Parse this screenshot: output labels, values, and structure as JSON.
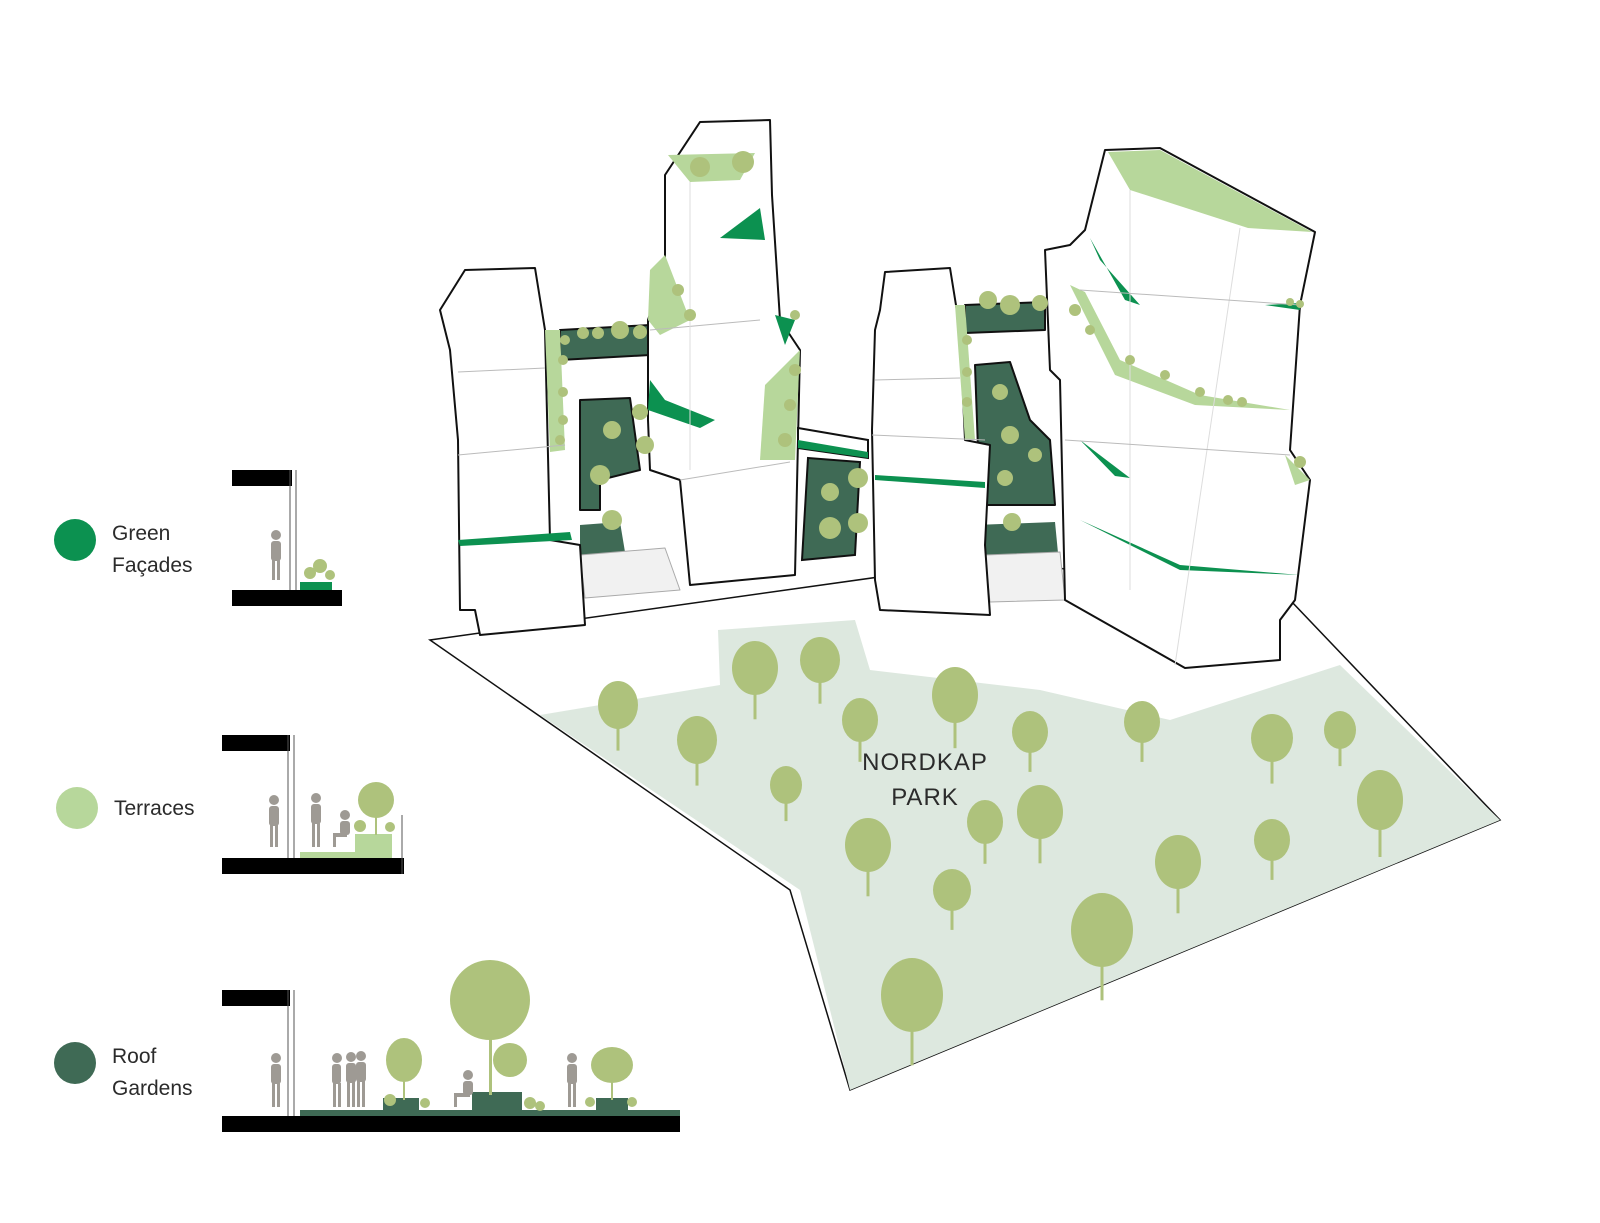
{
  "legend": {
    "items": [
      {
        "key": "green_facades",
        "lines": [
          "Green",
          "Façades"
        ],
        "color": "#0c9150"
      },
      {
        "key": "terraces",
        "lines": [
          "Terraces"
        ],
        "color": "#b7d79b"
      },
      {
        "key": "roof_gardens",
        "lines": [
          "Roof",
          "Gardens"
        ],
        "color": "#3f6a55"
      }
    ]
  },
  "park": {
    "label_lines": [
      "NORDKAP",
      "PARK"
    ],
    "fill_color": "#dde8df",
    "tree_color": "#aec27c"
  },
  "colors": {
    "outline": "#111111",
    "building": "#ffffff",
    "figure": "#9e9a94",
    "slab": "#000000"
  }
}
